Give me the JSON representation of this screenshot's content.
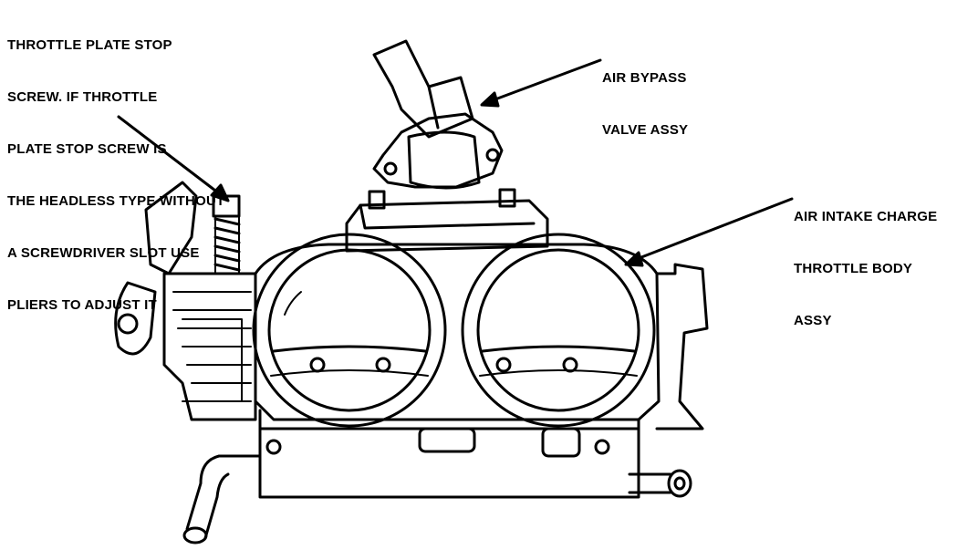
{
  "labels": {
    "stop_screw": [
      "THROTTLE PLATE STOP",
      "SCREW. IF THROTTLE",
      "PLATE STOP SCREW IS",
      "THE HEADLESS TYPE WITHOUT",
      "A SCREWDRIVER SLOT USE",
      "PLIERS TO ADJUST IT"
    ],
    "bypass_valve": [
      "AIR BYPASS",
      "VALVE ASSY"
    ],
    "throttle_body": [
      "AIR INTAKE CHARGE",
      "THROTTLE BODY",
      "ASSY"
    ]
  }
}
